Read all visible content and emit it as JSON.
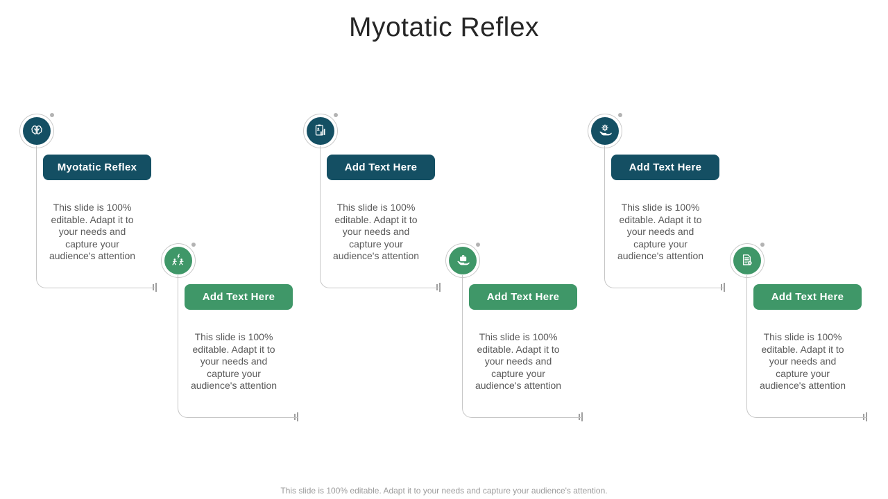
{
  "slide": {
    "title": "Myotatic Reflex",
    "footer": "This slide is 100% editable. Adapt it to your needs and capture your audience's attention."
  },
  "colors": {
    "teal": "#144F63",
    "green": "#3F9768",
    "connector_gray": "#c6c6c6",
    "body_text_gray": "#595959",
    "title_dark": "#262626",
    "footer_gray": "#9b9b9b"
  },
  "blocks": [
    {
      "label": "Myotatic Reflex",
      "variant": "teal",
      "icon": "brain-icon",
      "description": "This slide is 100% editable. Adapt it to your needs and capture your audience's attention"
    },
    {
      "label": "Add Text Here",
      "variant": "green",
      "icon": "runners-bolt-icon",
      "description": "This slide is 100% editable. Adapt it to your needs and capture your audience's attention"
    },
    {
      "label": "Add Text Here",
      "variant": "teal",
      "icon": "clipboard-chart-icon",
      "description": "This slide is 100% editable. Adapt it to your needs and capture your audience's attention"
    },
    {
      "label": "Add Text Here",
      "variant": "green",
      "icon": "hand-briefcase-icon",
      "description": "This slide is 100% editable. Adapt it to your needs and capture your audience's attention"
    },
    {
      "label": "Add Text Here",
      "variant": "teal",
      "icon": "hand-gear-icon",
      "description": "This slide is 100% editable. Adapt it to your needs and capture your audience's attention"
    },
    {
      "label": "Add Text Here",
      "variant": "green",
      "icon": "document-badge-icon",
      "description": "This slide is 100% editable. Adapt it to your needs and capture your audience's attention"
    }
  ]
}
